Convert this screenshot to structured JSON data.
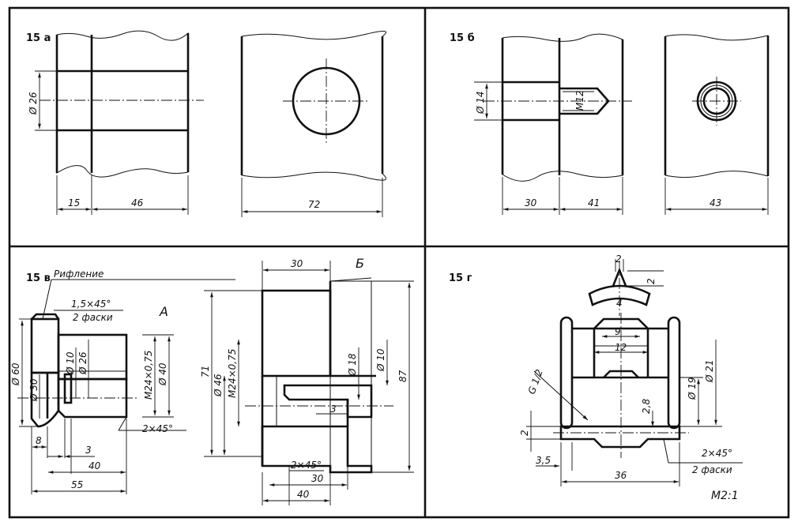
{
  "panels": {
    "a": {
      "title": "15 а",
      "dims": {
        "d26": "Ø 26",
        "w15": "15",
        "w46": "46",
        "w72": "72"
      }
    },
    "b": {
      "title": "15 б",
      "dims": {
        "d14": "Ø 14",
        "m12": "М12",
        "w30": "30",
        "w41": "41",
        "w43": "43"
      }
    },
    "v": {
      "title": "15 в",
      "label_knurl": "Рифление",
      "chamfer_top": "1,5×45°",
      "chamfer_count": "2 фаски",
      "view_a": "А",
      "view_b": "Б",
      "dims": {
        "d60": "Ø 60",
        "d30": "Ø 30",
        "d10": "Ø 10",
        "d26": "Ø 26",
        "m24a": "М24×0,75",
        "d40": "Ø 40",
        "c245a": "2×45°",
        "w8": "8",
        "w3": "3",
        "w40": "40",
        "w55": "55",
        "t30": "30",
        "d46": "Ø 46",
        "m24b": "М24×0,75",
        "h71": "71",
        "d18": "Ø 18",
        "d10b": "Ø 10",
        "h87": "87",
        "g3": "3",
        "c245b": "2×45°",
        "b30": "30",
        "b40": "40"
      }
    },
    "g": {
      "title": "15 г",
      "thread": "G 1/2",
      "chamfer": "2×45°",
      "chamfer_count": "2 фаски",
      "scale": "М2:1",
      "dims": {
        "t2": "2",
        "t2b": "2",
        "n4": "4",
        "n9": "9",
        "n12": "12",
        "d19": "Ø 19",
        "d21": "Ø 21",
        "n28": "2,8",
        "n2": "2",
        "n35": "3,5",
        "n36": "36"
      }
    }
  }
}
